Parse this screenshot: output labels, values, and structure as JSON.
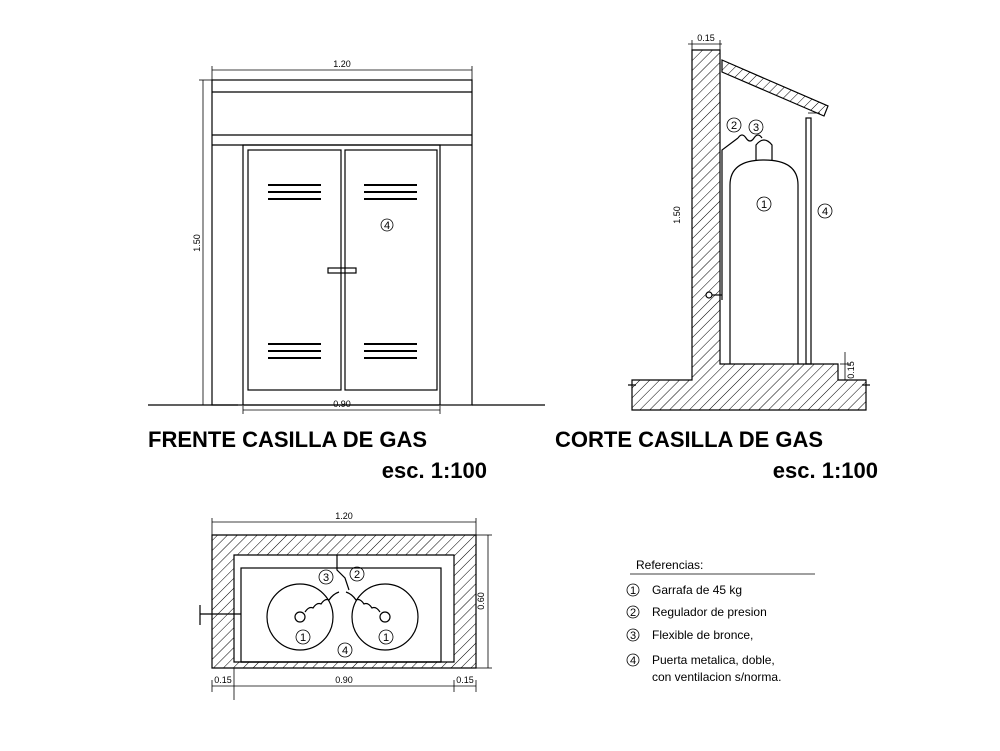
{
  "front_view": {
    "title": "FRENTE CASILLA DE GAS",
    "scale": "esc. 1:100",
    "dim_width": "1.20",
    "dim_height": "1.50",
    "dim_door": "0.90",
    "door_marker": "4"
  },
  "section_view": {
    "title": "CORTE CASILLA DE GAS",
    "scale": "esc. 1:100",
    "dim_wall": "0.15",
    "dim_height": "1.50",
    "dim_base": "0.15",
    "markers": [
      "1",
      "2",
      "3",
      "4"
    ]
  },
  "plan_view": {
    "dim_width": "1.20",
    "dim_depth": "0.60",
    "dim_left": "0.15",
    "dim_middle": "0.90",
    "dim_right": "0.15",
    "markers": [
      "1",
      "1",
      "2",
      "3",
      "4"
    ]
  },
  "references": {
    "heading": "Referencias:",
    "items": [
      {
        "num": "1",
        "text": "Garrafa de 45 kg"
      },
      {
        "num": "2",
        "text": "Regulador de presion"
      },
      {
        "num": "3",
        "text": "Flexible de bronce,"
      },
      {
        "num": "4",
        "text": "Puerta metalica, doble,",
        "text2": "con ventilacion s/norma."
      }
    ]
  }
}
